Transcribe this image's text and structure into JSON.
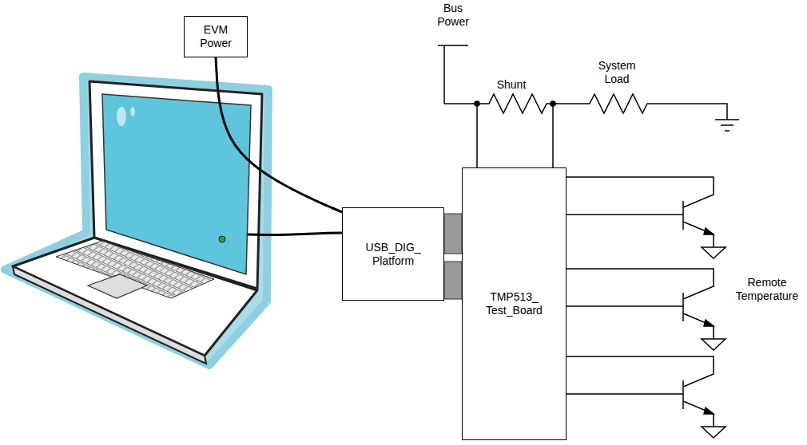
{
  "diagram": {
    "nodes": [
      {
        "text": [
          "EVM Power"
        ]
      },
      {
        "text": [
          "USB_DIG_ Platform"
        ]
      },
      {
        "text": [
          "TMP513_ Test_Board"
        ]
      }
    ],
    "edges": [
      {
        "from": 0,
        "to": 1,
        "arrow": "none"
      },
      {
        "from": 1,
        "to": 2,
        "arrow": "none"
      }
    ],
    "labels": [
      "Bus Power",
      "Shunt",
      "System Load",
      "Remote Temperature"
    ]
  }
}
